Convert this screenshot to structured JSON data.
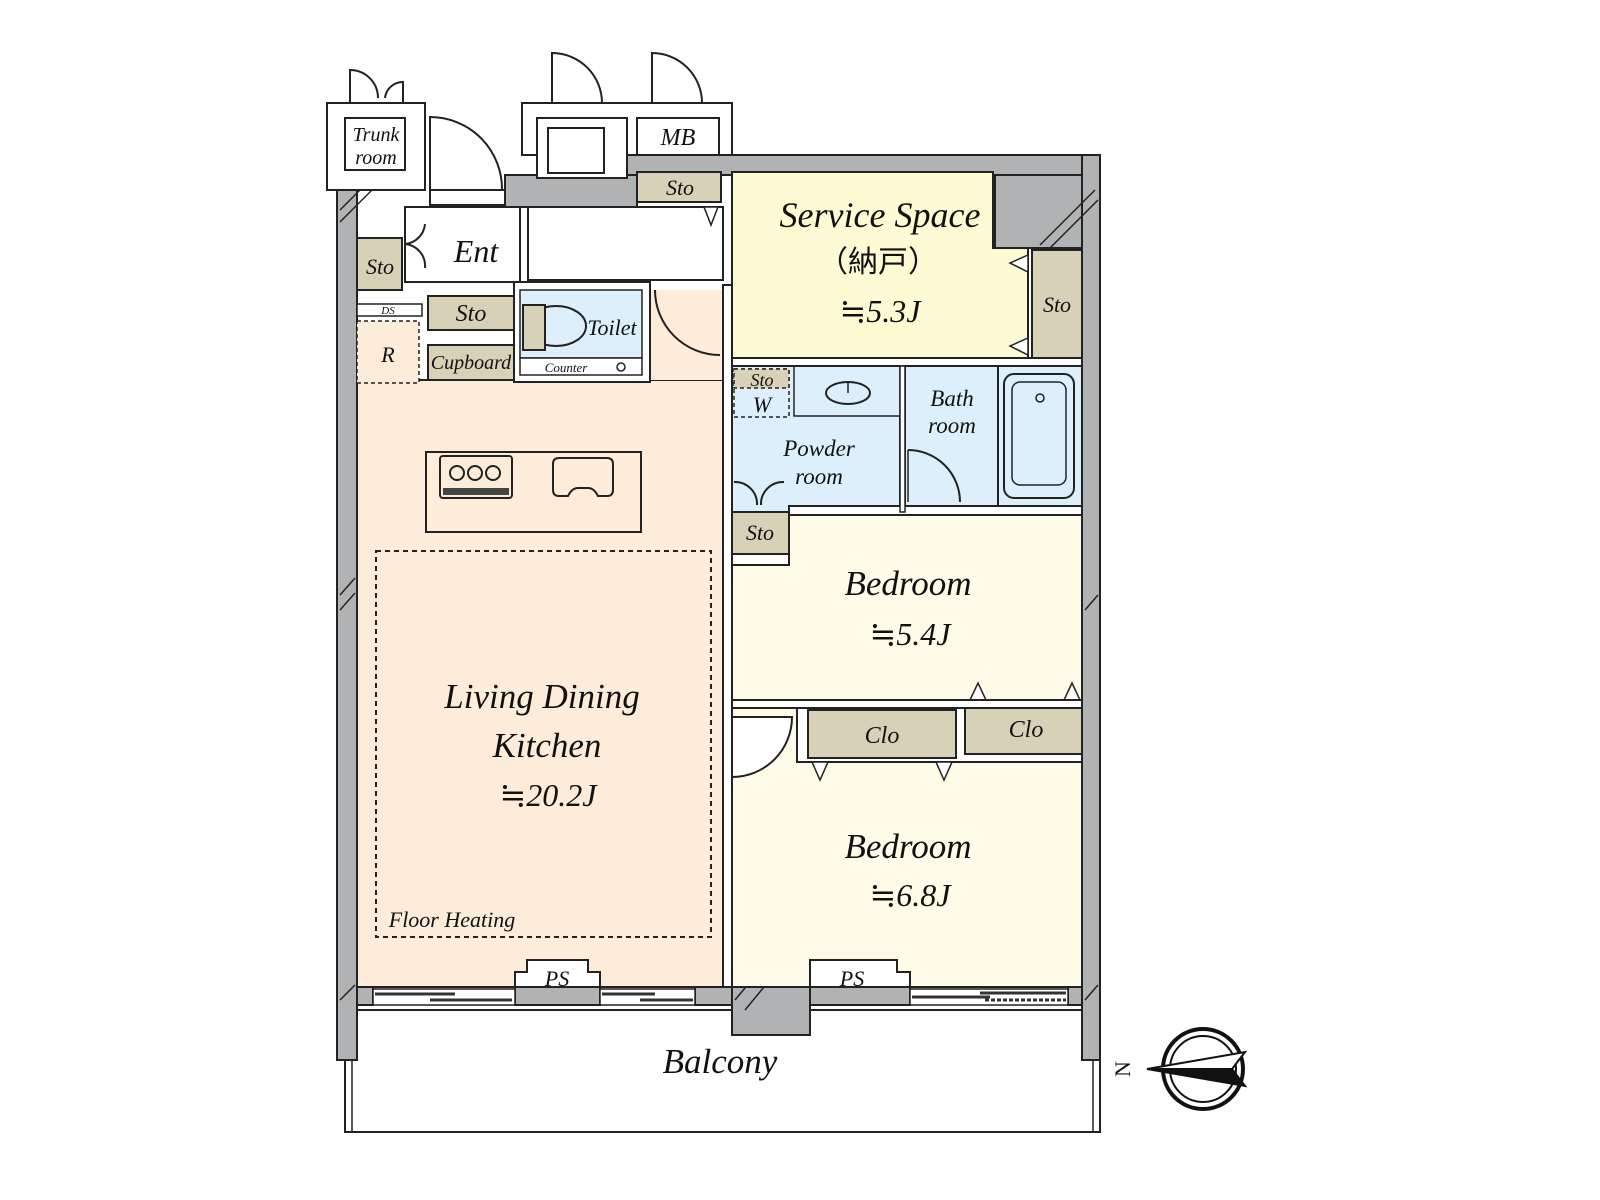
{
  "plan": {
    "colors": {
      "ldk": "#fdecd9",
      "service": "#fdfbd4",
      "bedroom": "#fefbe8",
      "wet": "#ddeffa",
      "storage": "#d9d0b8",
      "wall": "#b1b2b4",
      "white": "#ffffff"
    },
    "rooms": {
      "trunk_room": "Trunk room",
      "trunk_line1": "Trunk",
      "trunk_line2": "room",
      "mb": "MB",
      "entrance": "Ent",
      "toilet": "Toilet",
      "counter": "Counter",
      "ds": "DS",
      "r": "R",
      "cupboard": "Cupboard",
      "service_space": "Service Space",
      "service_space_jp": "（納戸）",
      "service_space_area": "≒5.3J",
      "powder_room_l1": "Powder",
      "powder_room_l2": "room",
      "bath_room_l1": "Bath",
      "bath_room_l2": "room",
      "w": "W",
      "bedroom1": "Bedroom",
      "bedroom1_area": "≒5.4J",
      "bedroom2": "Bedroom",
      "bedroom2_area": "≒6.8J",
      "clo": "Clo",
      "ldk_l1": "Living Dining",
      "ldk_l2": "Kitchen",
      "ldk_area": "≒20.2J",
      "floor_heating": "Floor Heating",
      "ps": "PS",
      "balcony": "Balcony",
      "sto": "Sto"
    },
    "compass": {
      "label": "N",
      "icon": "north-arrow-icon"
    }
  }
}
